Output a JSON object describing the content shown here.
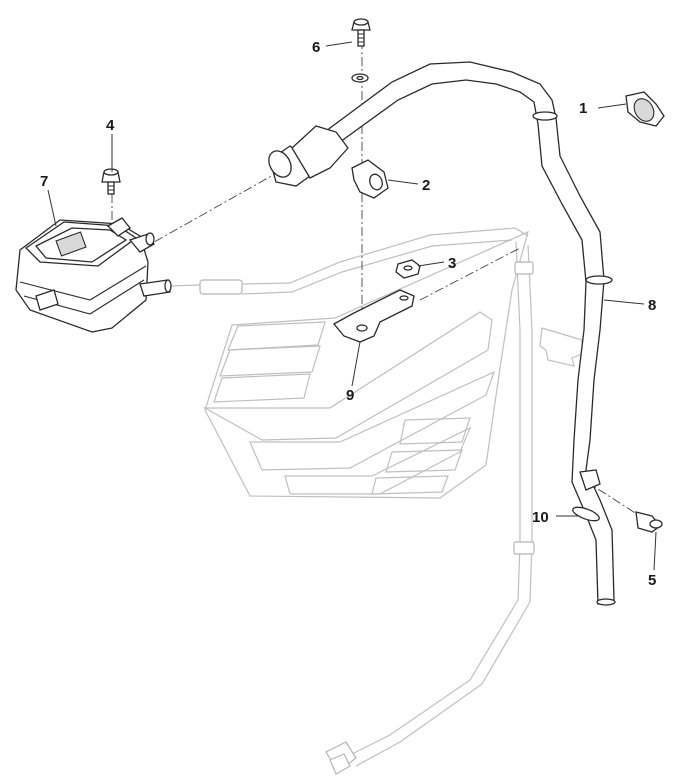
{
  "callouts": [
    {
      "id": "1",
      "label": "1"
    },
    {
      "id": "2",
      "label": "2"
    },
    {
      "id": "3",
      "label": "3"
    },
    {
      "id": "4",
      "label": "4"
    },
    {
      "id": "5",
      "label": "5"
    },
    {
      "id": "6",
      "label": "6"
    },
    {
      "id": "7",
      "label": "7"
    },
    {
      "id": "8",
      "label": "8"
    },
    {
      "id": "9",
      "label": "9"
    },
    {
      "id": "10",
      "label": "10"
    }
  ],
  "colors": {
    "line": "#2a2a2a",
    "ghost": "#bfbfbf",
    "background": "#ffffff"
  }
}
